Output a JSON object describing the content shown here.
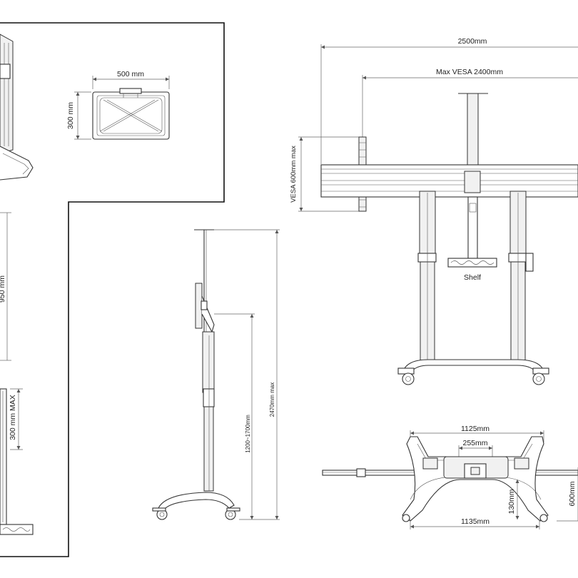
{
  "detail_view": {
    "width_label": "500 mm",
    "height_label": "300 mm"
  },
  "left_partial_view": {
    "height_label": "950 mm",
    "max_label": "300 mm MAX"
  },
  "side_view": {
    "height_range_label": "1200~1700mm",
    "max_height_label": "2470mm max"
  },
  "front_view": {
    "overall_width_label": "2500mm",
    "vesa_width_label": "Max VESA 2400mm",
    "vesa_height_label": "VESA 600mm max",
    "shelf_label": "Shelf"
  },
  "top_view": {
    "top_width_label": "1125mm",
    "center_width_label": "255mm",
    "bottom_width_label": "1135mm",
    "depth_label": "130mm",
    "right_depth_label": "600mm"
  }
}
